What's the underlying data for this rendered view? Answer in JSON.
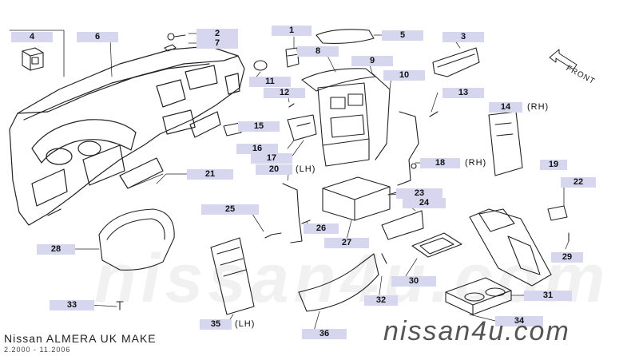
{
  "labels": {
    "l1": "1",
    "l2": "2",
    "l3": "3",
    "l4": "4",
    "l5": "5",
    "l6": "6",
    "l7": "7",
    "l8": "8",
    "l9": "9",
    "l10": "10",
    "l11": "11",
    "l12": "12",
    "l13": "13",
    "l14": "14",
    "l15": "15",
    "l16": "16",
    "l17": "17",
    "l18": "18",
    "l19": "19",
    "l20": "20",
    "l21": "21",
    "l22": "22",
    "l23": "23",
    "l24": "24",
    "l25": "25",
    "l26": "26",
    "l27": "27",
    "l28": "28",
    "l29": "29",
    "l30": "30",
    "l31": "31",
    "l32": "32",
    "l33": "33",
    "l34": "34",
    "l35": "35",
    "l36": "36"
  },
  "side_notes": {
    "rh_14": "(RH)",
    "rh_18": "(RH)",
    "lh_20": "(LH)",
    "lh_35": "(LH)"
  },
  "front_label": "FRONT",
  "footer": {
    "title": "Nissan ALMERA UK MAKE",
    "dates": "2.2000 - 11.2006"
  },
  "brand": "nissan4u.com",
  "watermark": "nissan4u.com",
  "colors": {
    "label_bg": "#d6d6ee",
    "line": "#222222"
  }
}
